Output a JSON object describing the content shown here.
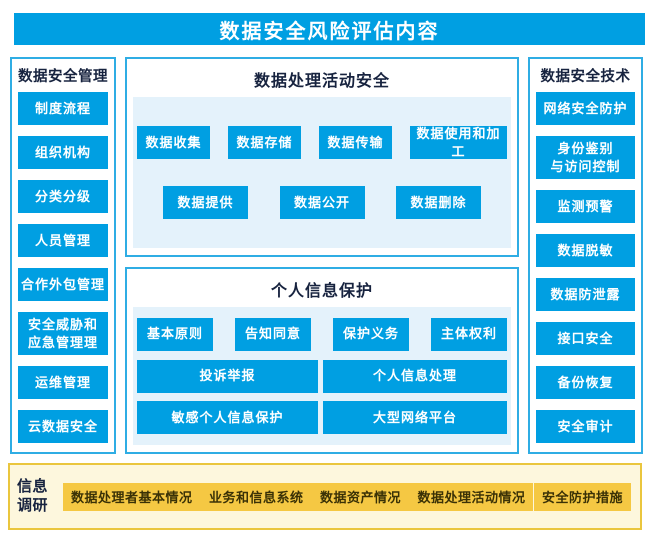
{
  "colors": {
    "primary_blue": "#009fe2",
    "border_blue": "#2fade4",
    "light_blue_bg": "#e4f2fb",
    "dark_text": "#17233f",
    "cream_bg": "#fdf7dd",
    "gold_border": "#eac63e",
    "gold_button": "#f5c843",
    "gold_text": "#3a3106"
  },
  "header": {
    "title": "数据安全风险评估内容"
  },
  "left_panel": {
    "title": "数据安全管理",
    "items": [
      "制度流程",
      "组织机构",
      "分类分级",
      "人员管理",
      "合作外包管理",
      "安全威胁和\n应急管理理",
      "运维管理",
      "云数据安全"
    ]
  },
  "activity_panel": {
    "title": "数据处理活动安全",
    "row1": [
      "数据收集",
      "数据存储",
      "数据传输",
      "数据使用和加工"
    ],
    "row2": [
      "数据提供",
      "数据公开",
      "数据删除"
    ]
  },
  "personal_panel": {
    "title": "个人信息保护",
    "row1": [
      "基本原则",
      "告知同意",
      "保护义务",
      "主体权利"
    ],
    "row2": [
      "投诉举报",
      "个人信息处理"
    ],
    "row3": [
      "敏感个人信息保护",
      "大型网络平台"
    ]
  },
  "right_panel": {
    "title": "数据安全技术",
    "items": [
      "网络安全防护",
      "身份鉴别\n与访问控制",
      "监测预警",
      "数据脱敏",
      "数据防泄露",
      "接口安全",
      "备份恢复",
      "安全审计"
    ]
  },
  "bottom_panel": {
    "label": "信息\n调研",
    "items": [
      "数据处理者基本情况",
      "业务和信息系统",
      "数据资产情况",
      "数据处理活动情况",
      "安全防护措施"
    ]
  }
}
